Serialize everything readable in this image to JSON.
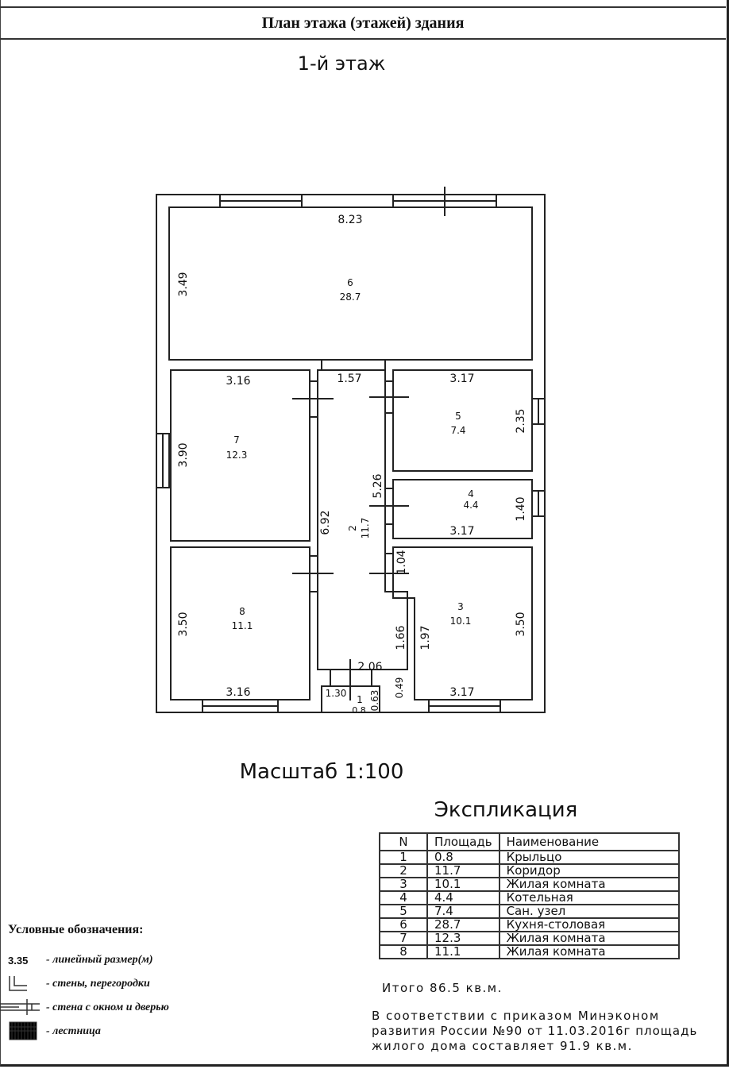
{
  "header": {
    "title": "План этажа (этажей) здания"
  },
  "plan": {
    "floor_title": "1-й этаж",
    "scale": "Масштаб 1:100",
    "rooms": [
      {
        "n": "1",
        "area": "0.8"
      },
      {
        "n": "2",
        "area": "11.7"
      },
      {
        "n": "3",
        "area": "10.1"
      },
      {
        "n": "4",
        "area": "4.4"
      },
      {
        "n": "5",
        "area": "7.4"
      },
      {
        "n": "6",
        "area": "28.7"
      },
      {
        "n": "7",
        "area": "12.3"
      },
      {
        "n": "8",
        "area": "11.1"
      }
    ],
    "dims": {
      "r6_w": "8.23",
      "r6_h": "3.49",
      "r7_w": "3.16",
      "r7_h": "3.90",
      "corr_w": "1.57",
      "r5_w": "3.17",
      "r5_h": "2.35",
      "corr_h1": "5.26",
      "corr_h": "6.92",
      "r4_w": "3.17",
      "r4_h": "1.40",
      "d104": "1.04",
      "r8_h": "3.50",
      "r3_h": "3.50",
      "d166": "1.66",
      "d197": "1.97",
      "d206": "2.06",
      "r8_w": "3.16",
      "d130": "1.30",
      "d063": "0.63",
      "d049": "0.49",
      "r3_w": "3.17"
    }
  },
  "explication": {
    "title": "Экспликация",
    "columns": [
      "N",
      "Площадь",
      "Наименование"
    ],
    "rows": [
      [
        "1",
        "0.8",
        "Крыльцо"
      ],
      [
        "2",
        "11.7",
        "Коридор"
      ],
      [
        "3",
        "10.1",
        "Жилая комната"
      ],
      [
        "4",
        "4.4",
        "Котельная"
      ],
      [
        "5",
        "7.4",
        "Сан. узел"
      ],
      [
        "6",
        "28.7",
        "Кухня-столовая"
      ],
      [
        "7",
        "12.3",
        "Жилая комната"
      ],
      [
        "8",
        "11.1",
        "Жилая комната"
      ]
    ],
    "total": "Итого 86.5 кв.м.",
    "note": [
      "В соответствии с приказом Минэконом",
      "развития России №90 от 11.03.2016г площадь",
      "жилого дома составляет 91.9 кв.м."
    ]
  },
  "legend": {
    "title": "Условные обозначения:",
    "items": [
      {
        "symbol": "3.35",
        "label": "- линейный размер(м)"
      },
      {
        "label": "- стены, перегородки"
      },
      {
        "label": "- стена с окном и дверью"
      },
      {
        "label": "- лестница"
      }
    ]
  }
}
